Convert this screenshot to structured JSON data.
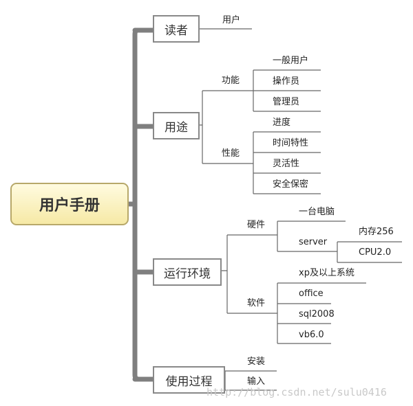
{
  "root": {
    "label": "用户手册"
  },
  "branches": {
    "reader": {
      "label": "读者",
      "children": [
        "用户"
      ]
    },
    "usage": {
      "label": "用途",
      "function": {
        "label": "功能",
        "items": [
          "一般用户",
          "操作员",
          "管理员"
        ]
      },
      "performance": {
        "label": "性能",
        "items": [
          "进度",
          "时间特性",
          "灵活性",
          "安全保密"
        ]
      }
    },
    "environment": {
      "label": "运行环境",
      "hardware": {
        "label": "硬件",
        "pc": "一台电脑",
        "server": {
          "label": "server",
          "items": [
            "内存256",
            "CPU2.0"
          ]
        }
      },
      "software": {
        "label": "软件",
        "items": [
          "xp及以上系统",
          "office",
          "sql2008",
          "vb6.0"
        ]
      }
    },
    "process": {
      "label": "使用过程",
      "items": [
        "安装",
        "输入"
      ]
    }
  },
  "watermark": "http://blog.csdn.net/sulu0416",
  "colors": {
    "trunk": "#7f7f7f",
    "line": "#666666",
    "root_fill": "#f6e9a6",
    "root_border": "#b7a86a"
  }
}
